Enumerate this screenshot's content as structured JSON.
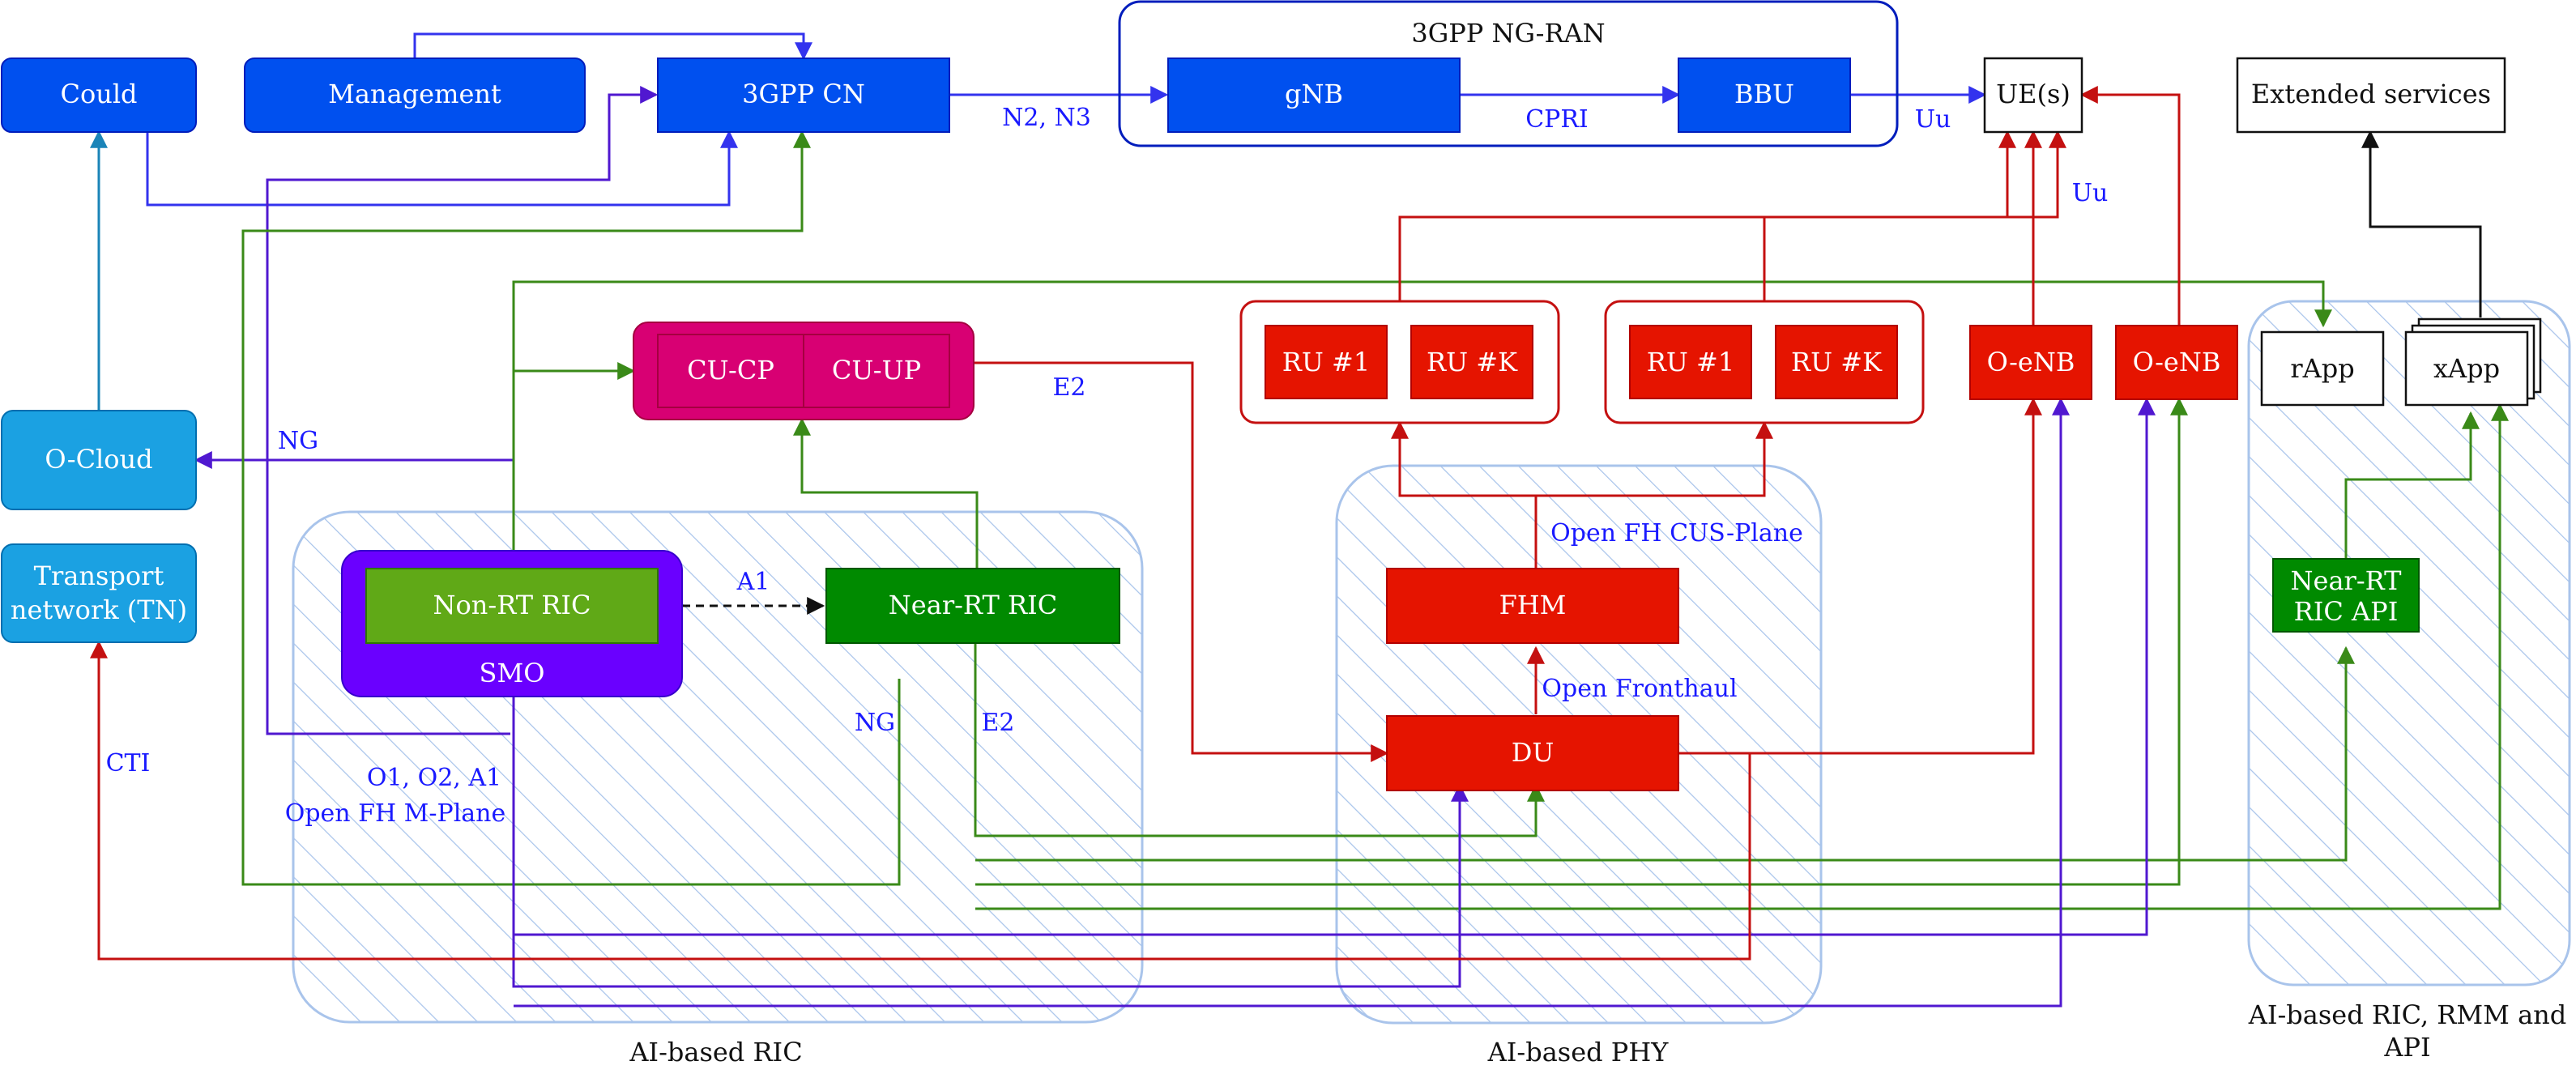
{
  "colors": {
    "blue_box": "#0050ef",
    "blue_box_stroke": "#001dbc",
    "cyan_box": "#1ba1e2",
    "cyan_box_stroke": "#006eaf",
    "red_box": "#e51400",
    "red_box_stroke": "#b20000",
    "magenta_box": "#d80073",
    "magenta_box_stroke": "#a50040",
    "purple_box": "#6a00ff",
    "lightgreen_box": "#60a917",
    "green_box": "#008a00",
    "hatch": "#a9c4eb",
    "line_blue": "#3333ee",
    "line_purple": "#5018d0",
    "line_green": "#3a8a18",
    "line_red": "#c41010",
    "line_cyan": "#1a84b8",
    "label_blue": "#1a1aff"
  },
  "regions": {
    "ai_ric": "AI-based RIC",
    "ai_phy": "AI-based PHY",
    "ai_ric_rmm_line1": "AI-based RIC, RMM and",
    "ai_ric_rmm_line2": "API"
  },
  "nodes": {
    "could": "Could",
    "management": "Management",
    "cn": "3GPP CN",
    "ngran": "3GPP NG-RAN",
    "gnb": "gNB",
    "bbu": "BBU",
    "ue": "UE(s)",
    "extended": "Extended services",
    "ocloud": "O-Cloud",
    "tn_line1": "Transport",
    "tn_line2": "network (TN)",
    "cucp": "CU-CP",
    "cuup": "CU-UP",
    "ru1a": "RU #1",
    "ruka": "RU #K",
    "ru1b": "RU #1",
    "rukb": "RU #K",
    "oenb1": "O-eNB",
    "oenb2": "O-eNB",
    "rapp": "rApp",
    "xapp": "xApp",
    "nonrt": "Non-RT RIC",
    "smo": "SMO",
    "nearrt": "Near-RT RIC",
    "nearapi_line1": "Near-RT",
    "nearapi_line2": "RIC API",
    "fhm": "FHM",
    "du": "DU"
  },
  "labels": {
    "n2n3": "N2, N3",
    "cpri": "CPRI",
    "uu_bbu": "Uu",
    "uu_ru": "Uu",
    "e2_cu": "E2",
    "ng_ocloud": "NG",
    "a1": "A1",
    "ng_nearrt": "NG",
    "e2_nearrt": "E2",
    "cti": "CTI",
    "o1o2a1": "O1, O2, A1",
    "openfh_m": "Open FH M-Plane",
    "openfh_cus": "Open FH CUS-Plane",
    "open_fronthaul": "Open Fronthaul"
  }
}
